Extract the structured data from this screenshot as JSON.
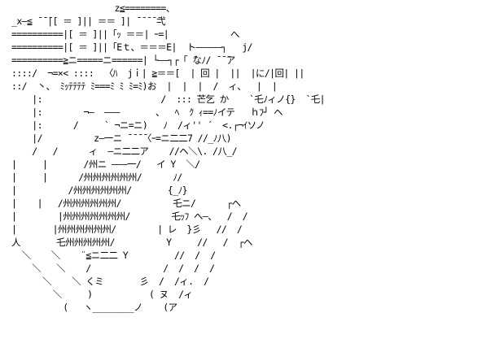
{
  "colors": {
    "background": "#ffffff",
    "ink": "#000000"
  },
  "art": {
    "lines": [
      "                    z≦========、",
      "_x―≦ ̄ ̄ ̄|[ ＝ ]|| ＝＝ ]| ̄ ̄ ̄ ̄ ̄弌",
      "==========|[ ＝ ]||「ｯ ＝＝| ｰ=|            へ",
      "==========|[ ＝ ]||「Eｔ、＝＝＝E|  ト―――――┐   j/",
      "==========≧ニ=====ニ======| └――┐┌「 ̄なﾉ/ ̄ ̄ ̄ア",
      "::::/  ¬=×< ::::  〈ﾊ  jｉ| ≧＝＝[  | 回 |  ||  |に/|回| ||",
      "::/  丶、 ﾐｯﾃﾃﾃﾃ ﾐ===ﾐ ﾐ ﾐ=ﾐ)お  |  |  |  /  ィ、  |  |",
      "    |:                       /  ::: 芒乞 か    `乇ﾉィノ{}  `乇|",
      "    |:        ¬―  ―――       、  ﾍ  ｸ ｨ==ﾉイテ   ｈﾌ┘ ヘ",
      "    |:      /     ` ¬ニ=ニ)   ﾉ  /ィ'' ´  <.┌¬ｲソノ",
      "    |/          z―一ニ ̄ ̄ ̄ ̄〈ｰ=ニ二二7 //_ﾉ八)",
      "    /   /      ィ  ―ニ二二ア    //ヘ＼\\. /八_/",
      "|     |       /州ニ ―――一/   イ Y  ＼/",
      "|     |      /州州州州州州/      ﾉ/",
      "|          /州州州州州州/       {_ﾉ}",
      "|    |   /州州州州州州/          乇ニ/      ┌ヘ",
      "|        |州州州州州州州/        乇ｯﾌ ヘ―、  /  /",
      "|       |州州州州州州/        | レ  }彡   //  /",
      "人       乇州州州州州/          Y     //   /  ┌ヘ",
      "  ＼    ＼    ¨≦ニ二二 Y         //  /  /",
      "    ＼   ＼    /              /  /  /  /",
      "      ＼    ＼ くミ       彡  /  /ィ.  /",
      "        ＼     )           ( ヌ  /ィ",
      "          (   ヽ________ノ    (ア"
    ]
  }
}
